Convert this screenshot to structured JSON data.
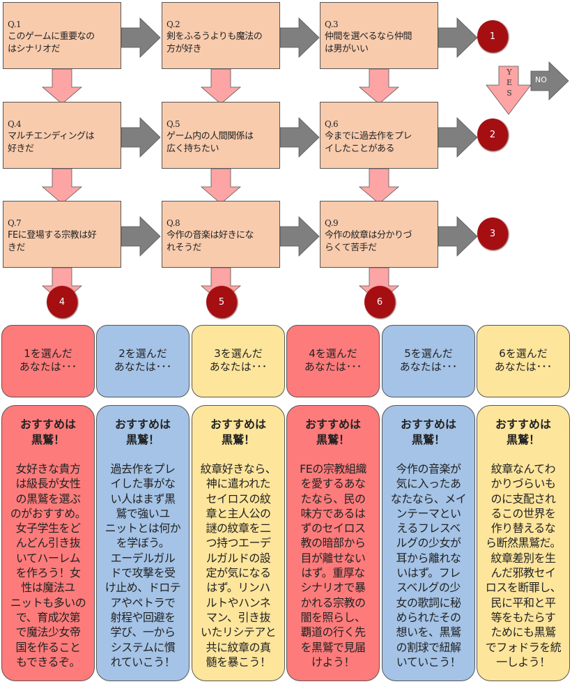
{
  "colors": {
    "box": "#f8cbad",
    "circle": "#a50f12",
    "yes_arrow": "#fda4a4",
    "no_arrow": "#7f7f7f",
    "red": "#fd7b7b",
    "blue": "#a4c3e6",
    "yellow": "#fde59c"
  },
  "questions": [
    {
      "num": "Q.1",
      "lines": [
        "このゲームに重要なの",
        "はシナリオだ"
      ]
    },
    {
      "num": "Q.2",
      "lines": [
        "剣をふるうよりも魔法の",
        "方が好き"
      ]
    },
    {
      "num": "Q.3",
      "lines": [
        "仲間を選べるなら仲間",
        "は男がいい"
      ]
    },
    {
      "num": "Q.4",
      "lines": [
        "マルチエンディングは",
        "好きだ"
      ]
    },
    {
      "num": "Q.5",
      "lines": [
        "ゲーム内の人間関係は",
        "広く持ちたい"
      ]
    },
    {
      "num": "Q.6",
      "lines": [
        "今までに過去作をプレ",
        "イしたことがある"
      ]
    },
    {
      "num": "Q.7",
      "lines": [
        "FEに登場する宗教は好",
        "きだ"
      ]
    },
    {
      "num": "Q.8",
      "lines": [
        "今作の音楽は好きにな",
        "れそうだ"
      ]
    },
    {
      "num": "Q.9",
      "lines": [
        "今作の紋章は分かりづ",
        "らくて苦手だ"
      ]
    }
  ],
  "results": [
    "1",
    "2",
    "3",
    "4",
    "5",
    "6"
  ],
  "legend": {
    "yes": [
      "Y",
      "E",
      "S"
    ],
    "no": "NO"
  },
  "selections": [
    {
      "lines": [
        "1を選んだ",
        "あなたは･･･"
      ],
      "color": "red"
    },
    {
      "lines": [
        "2を選んだ",
        "あなたは･･･"
      ],
      "color": "blue"
    },
    {
      "lines": [
        "3を選んだ",
        "あなたは･･･"
      ],
      "color": "yellow"
    },
    {
      "lines": [
        "4を選んだ",
        "あなたは･･･"
      ],
      "color": "red"
    },
    {
      "lines": [
        "5を選んだ",
        "あなたは･･･"
      ],
      "color": "blue"
    },
    {
      "lines": [
        "6を選んだ",
        "あなたは･･･"
      ],
      "color": "yellow"
    }
  ],
  "recommendations": [
    {
      "heading": [
        "おすすめは",
        "黒鷲！"
      ],
      "color": "red",
      "lines": [
        "女好きな貴方",
        "は級長が女性",
        "の黒鷲を選ぶ",
        "のがおすすめ。",
        "女子学生をど",
        "んどん引き抜",
        "いてハーレム",
        "を作ろう！女",
        "性は魔法ユ",
        "ニットも多いの",
        "で、育成次第",
        "で魔法少女帝",
        "国を作ること",
        "もできるぞ。"
      ]
    },
    {
      "heading": [
        "おすすめは",
        "黒鷲！"
      ],
      "color": "blue",
      "lines": [
        "過去作をプレ",
        "イした事がな",
        "い人はまず黒",
        "鷲で強いユ",
        "ニットとは何か",
        "を学ぼう。",
        "エーデルガル",
        "ドで攻撃を受",
        "け止め、ドロテ",
        "アやペトラで",
        "射程や回避を",
        "学び、一から",
        "システムに慣",
        "れていこう！"
      ]
    },
    {
      "heading": [
        "おすすめは",
        "黒鷲！"
      ],
      "color": "yellow",
      "lines": [
        "紋章好きなら、",
        "神に遣われた",
        "セイロスの紋",
        "章と主人公の",
        "謎の紋章を二",
        "つ持つエーデ",
        "ルガルドの設",
        "定が気になる",
        "はず。リンハ",
        "ルトやハンネ",
        "マン、引き抜",
        "いたリシテアと",
        "共に紋章の真",
        "髄を暴こう！"
      ]
    },
    {
      "heading": [
        "おすすめは",
        "黒鷲！"
      ],
      "color": "red",
      "lines": [
        "FEの宗教組織",
        "を愛するあな",
        "たなら、民の",
        "味方であるは",
        "ずのセイロス",
        "教の暗部から",
        "目が離せない",
        "はず。重厚な",
        "シナリオで暴",
        "かれる宗教の",
        "闇を照らし、",
        "覇道の行く先",
        "を黒鷲で見届",
        "けよう！"
      ]
    },
    {
      "heading": [
        "おすすめは",
        "黒鷲！"
      ],
      "color": "blue",
      "lines": [
        "今作の音楽が",
        "気に入ったあ",
        "なたなら、メイ",
        "ンテーマとい",
        "えるフレスベ",
        "ルグの少女が",
        "耳から離れな",
        "いはず。フレ",
        "スベルグの少",
        "女の歌詞に秘",
        "められたその",
        "想いを、黒鷲",
        "の割球で紐解",
        "いていこう！"
      ]
    },
    {
      "heading": [
        "おすすめは",
        "黒鷲！"
      ],
      "color": "yellow",
      "lines": [
        "紋章なんてわ",
        "かりづらいも",
        "のに支配され",
        "るこの世界を",
        "作り替えるな",
        "ら断然黒鷲だ。",
        "紋章差別を生",
        "んだ邪教セイ",
        "ロスを断罪し、",
        "民に平和と平",
        "等をもたらす",
        "ためにも黒鷲",
        "でフォドラを統",
        "一しよう！"
      ]
    }
  ]
}
